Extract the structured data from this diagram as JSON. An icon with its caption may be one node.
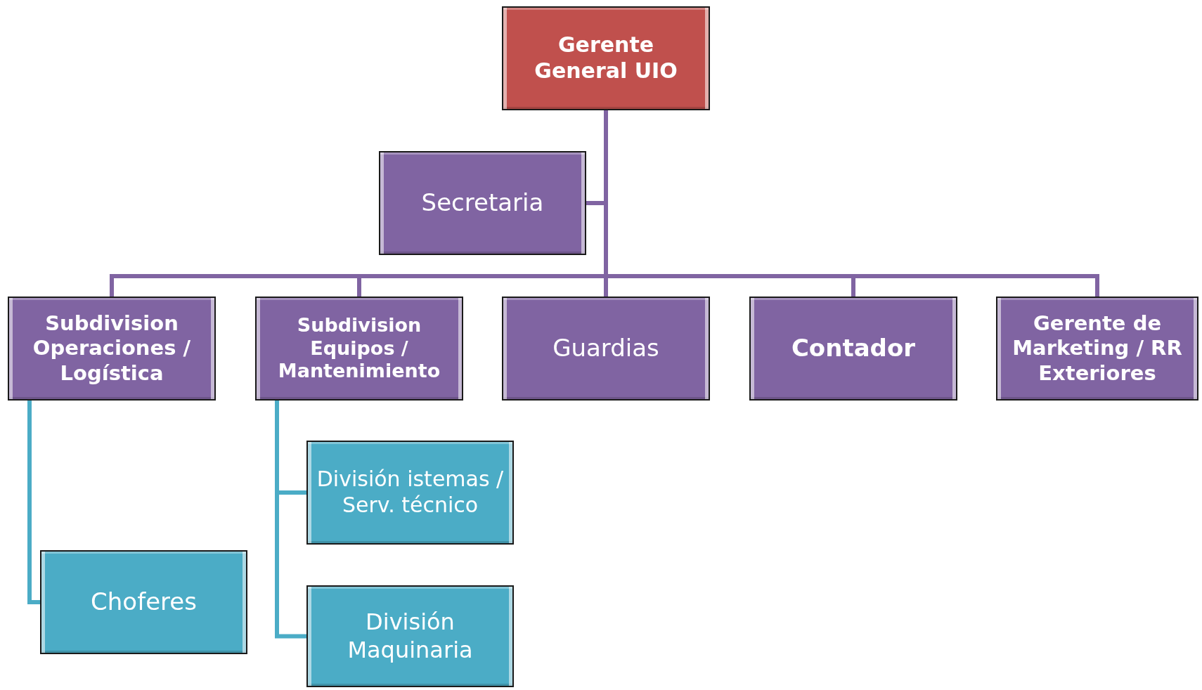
{
  "diagram": {
    "nodes": [
      {
        "text": [
          "Gerente General UIO"
        ]
      },
      {
        "text": [
          "Secretaria"
        ]
      },
      {
        "text": [
          "Subdivision Operaciones / Logística"
        ]
      },
      {
        "text": [
          "Subdivision Equipos / Mantenimiento"
        ]
      },
      {
        "text": [
          "Guardias"
        ]
      },
      {
        "text": [
          "Contador"
        ]
      },
      {
        "text": [
          "Gerente de Marketing / RR Exteriores"
        ]
      },
      {
        "text": [
          "División istemas / Serv. técnico"
        ]
      },
      {
        "text": [
          "División Maquinaria"
        ]
      },
      {
        "text": [
          "Choferes"
        ]
      }
    ],
    "edges": [
      {
        "from": 0,
        "to": 1,
        "arrow": "none"
      },
      {
        "from": 0,
        "to": 2,
        "arrow": "none"
      },
      {
        "from": 0,
        "to": 3,
        "arrow": "none"
      },
      {
        "from": 0,
        "to": 4,
        "arrow": "none"
      },
      {
        "from": 0,
        "to": 5,
        "arrow": "none"
      },
      {
        "from": 0,
        "to": 6,
        "arrow": "none"
      },
      {
        "from": 3,
        "to": 7,
        "arrow": "none",
        "color": "#4bacc6"
      },
      {
        "from": 3,
        "to": 8,
        "arrow": "none",
        "color": "#4bacc6"
      },
      {
        "from": 2,
        "to": 9,
        "arrow": "none",
        "color": "#4bacc6"
      }
    ]
  }
}
